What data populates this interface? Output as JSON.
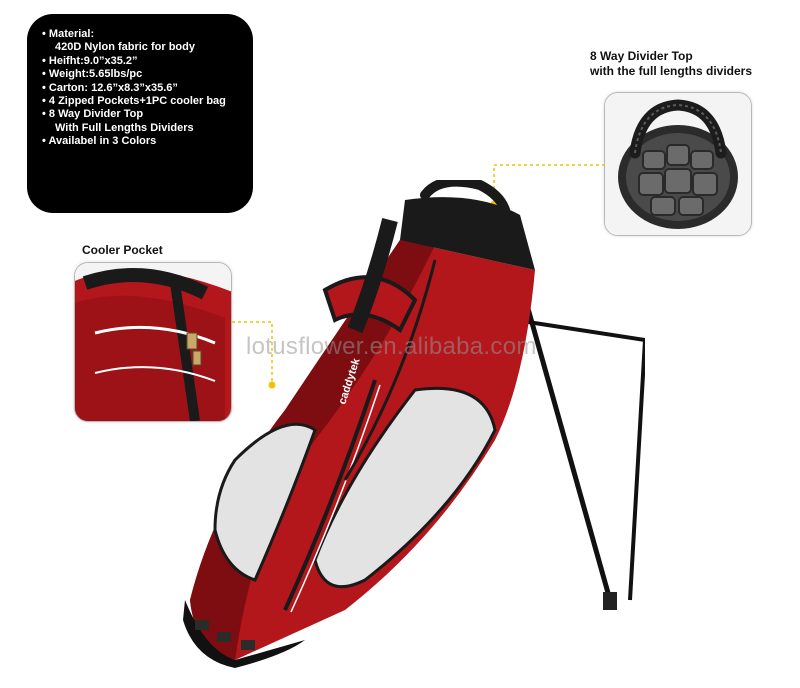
{
  "specs": {
    "lines": [
      {
        "text": "• Material:",
        "indent": false
      },
      {
        "text": "420D Nylon fabric for body",
        "indent": true
      },
      {
        "text": "• Heifht:9.0”x35.2”",
        "indent": false
      },
      {
        "text": "• Weight:5.65lbs/pc",
        "indent": false
      },
      {
        "text": "• Carton: 12.6”x8.3”x35.6”",
        "indent": false
      },
      {
        "text": "• 4 Zipped Pockets+1PC cooler bag",
        "indent": false
      },
      {
        "text": "• 8 Way Divider Top",
        "indent": false
      },
      {
        "text": "With Full Lengths Dividers",
        "indent": true
      },
      {
        "text": "• Availabel in 3 Colors",
        "indent": false
      }
    ]
  },
  "callouts": {
    "divider_top": {
      "line1": "8 Way Divider Top",
      "line2": "with the full lengths dividers"
    },
    "cooler_pocket": {
      "title": "Cooler Pocket"
    }
  },
  "bag": {
    "brand": "caddytek"
  },
  "watermark": "lotusflower.en.alibaba.com",
  "colors": {
    "bag_red": "#b3161b",
    "bag_dark_red": "#7d0d10",
    "panel_gray": "#e3e3e3",
    "trim_black": "#1a1a1a",
    "leader_yellow": "#f2c200",
    "spec_box_bg": "#000000"
  }
}
